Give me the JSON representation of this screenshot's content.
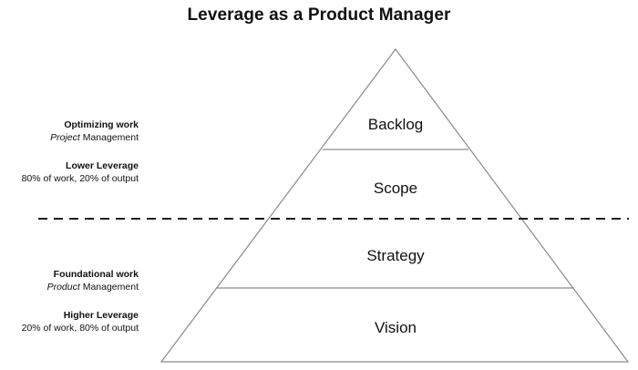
{
  "title": "Leverage as a Product Manager",
  "pyramid": {
    "layers": [
      "Backlog",
      "Scope",
      "Strategy",
      "Vision"
    ]
  },
  "annotations": {
    "upper": {
      "heading": "Optimizing work",
      "subheading_em": "Project",
      "subheading_rest": " Management",
      "leverage": "Lower Leverage",
      "ratio": "80% of work, 20% of output"
    },
    "lower": {
      "heading": "Foundational work",
      "subheading_em": "Product",
      "subheading_rest": " Management",
      "leverage": "Higher Leverage",
      "ratio": "20% of work, 80% of output"
    }
  },
  "colors": {
    "pyramid_stroke": "#8a8a8a",
    "divider": "#1a1a1a",
    "text": "#111111"
  }
}
